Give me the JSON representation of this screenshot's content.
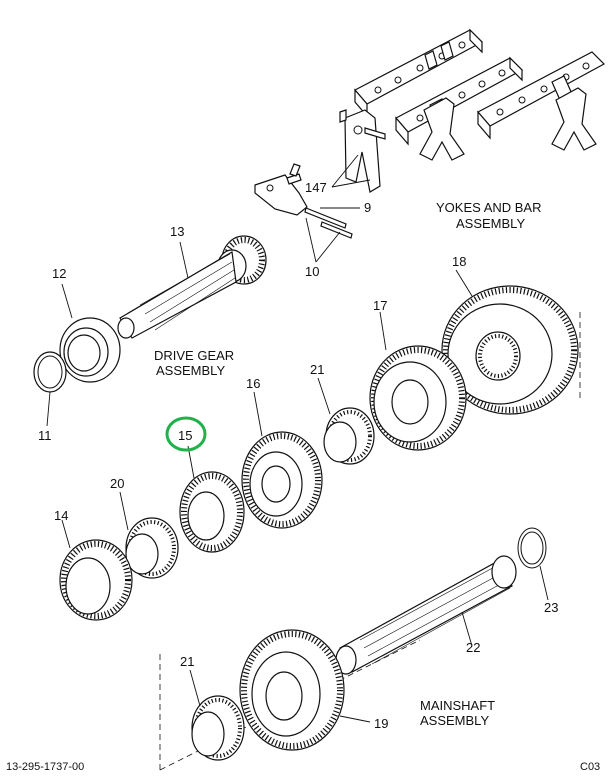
{
  "diagram": {
    "captions": {
      "yokes_line1": "YOKES AND BAR",
      "yokes_line2": "ASSEMBLY",
      "drive_line1": "DRIVE GEAR",
      "drive_line2": "ASSEMBLY",
      "main_line1": "MAINSHAFT",
      "main_line2": "ASSEMBLY"
    },
    "labels": {
      "p147": "147",
      "p9": "9",
      "p10": "10",
      "p13": "13",
      "p12": "12",
      "p11": "11",
      "p18": "18",
      "p17": "17",
      "p21a": "21",
      "p16": "16",
      "p15": "15",
      "p20": "20",
      "p14": "14",
      "p23": "23",
      "p22": "22",
      "p21b": "21",
      "p19": "19"
    },
    "highlight_color": "#22b04a",
    "footer_left": "13-295-1737-00",
    "footer_right": "C03"
  }
}
